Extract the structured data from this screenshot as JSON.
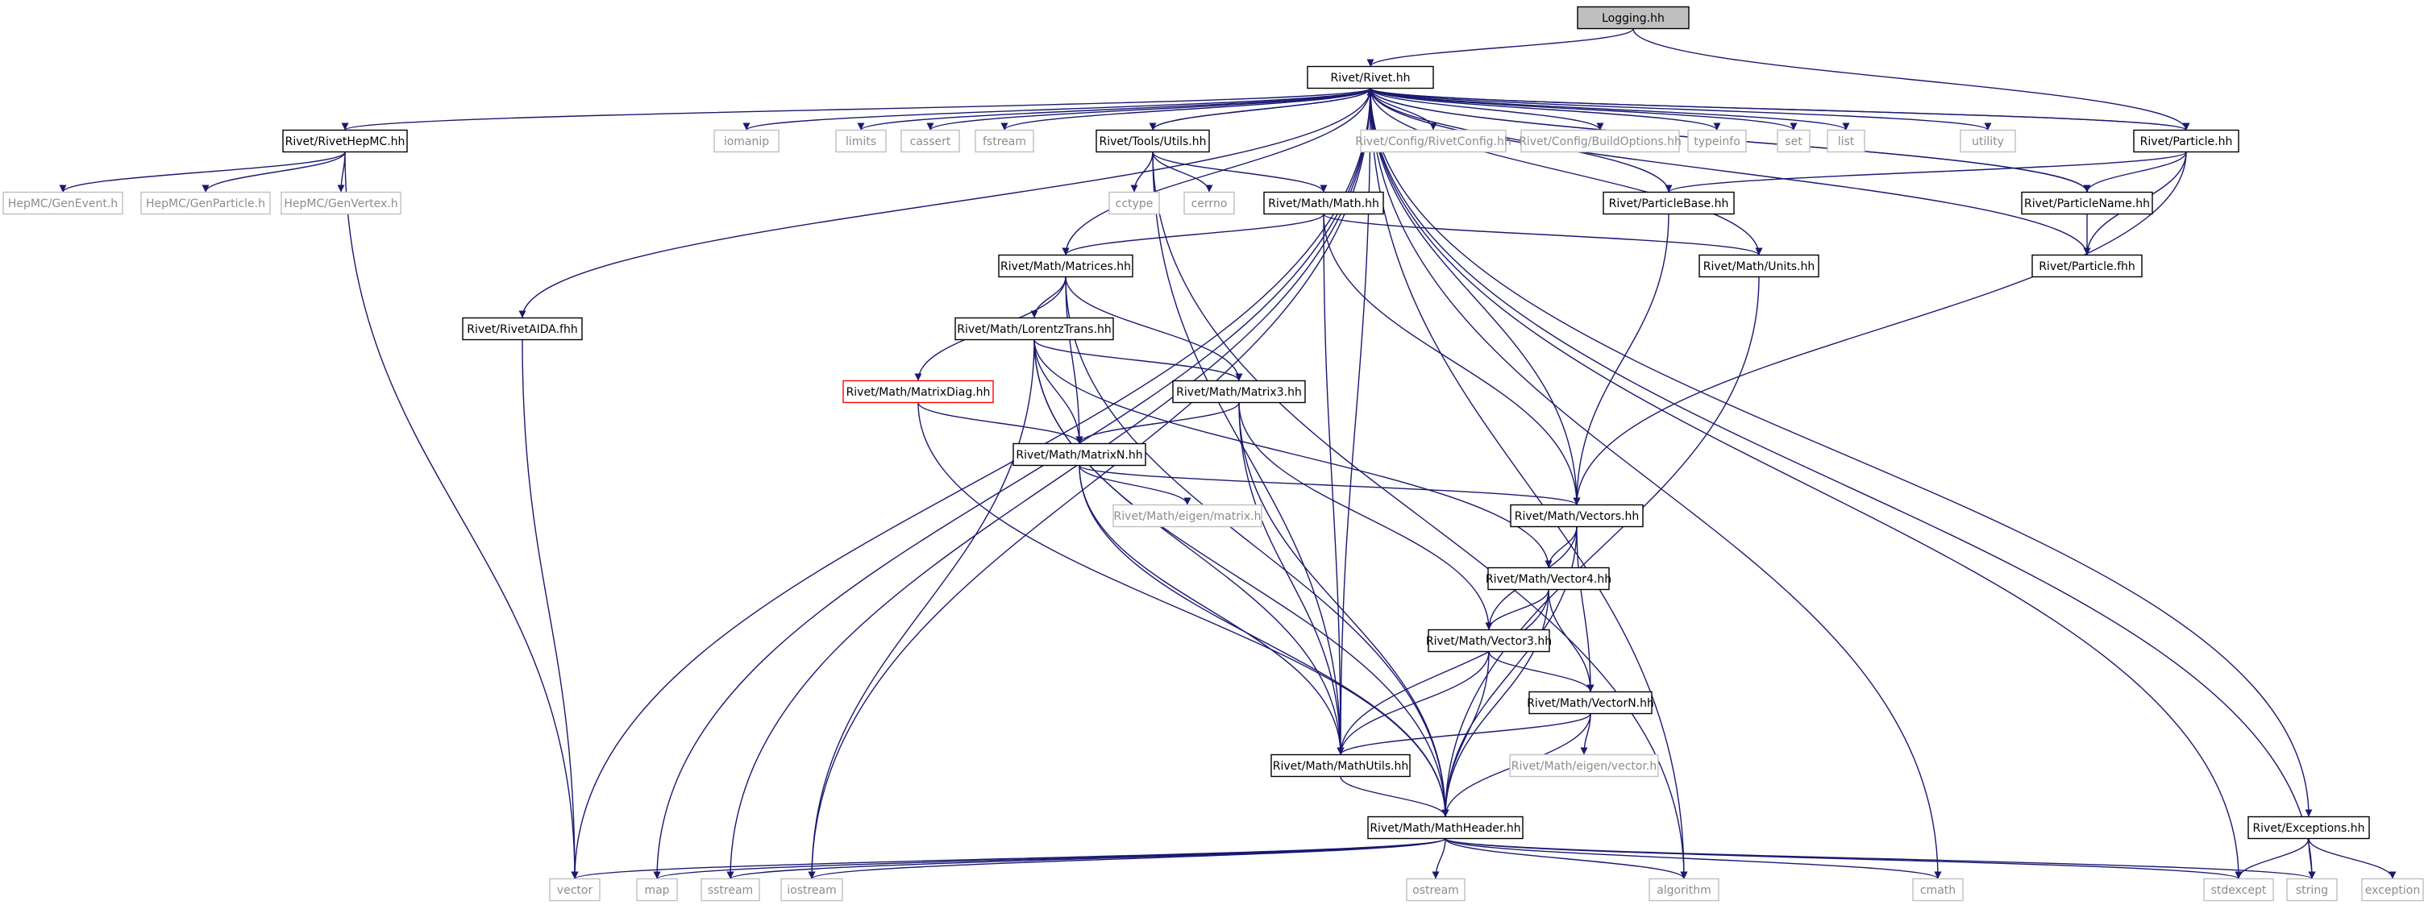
{
  "colors": {
    "edge": "#191970",
    "documented": "#000000",
    "undocumented": "#bfbfbf",
    "highlight": "#ff0000",
    "root_fill": "#bfbfbf",
    "box_fill": "#ffffff",
    "text": "#000000",
    "muted_text": "#8c8c8c"
  },
  "nodes": [
    {
      "id": "logging",
      "label": "Logging.hh",
      "style": "root"
    },
    {
      "id": "rivet",
      "label": "Rivet/Rivet.hh",
      "style": "doc"
    },
    {
      "id": "rivethepmc",
      "label": "Rivet/RivetHepMC.hh",
      "style": "doc"
    },
    {
      "id": "iomanip",
      "label": "iomanip",
      "style": "ext"
    },
    {
      "id": "limits",
      "label": "limits",
      "style": "ext"
    },
    {
      "id": "cassert",
      "label": "cassert",
      "style": "ext"
    },
    {
      "id": "fstream",
      "label": "fstream",
      "style": "ext"
    },
    {
      "id": "utils",
      "label": "Rivet/Tools/Utils.hh",
      "style": "doc"
    },
    {
      "id": "rivetconfig",
      "label": "Rivet/Config/RivetConfig.hh",
      "style": "ext"
    },
    {
      "id": "buildoptions",
      "label": "Rivet/Config/BuildOptions.hh",
      "style": "ext"
    },
    {
      "id": "typeinfo",
      "label": "typeinfo",
      "style": "ext"
    },
    {
      "id": "set",
      "label": "set",
      "style": "ext"
    },
    {
      "id": "list",
      "label": "list",
      "style": "ext"
    },
    {
      "id": "utility",
      "label": "utility",
      "style": "ext"
    },
    {
      "id": "particle",
      "label": "Rivet/Particle.hh",
      "style": "doc"
    },
    {
      "id": "genevent",
      "label": "HepMC/GenEvent.h",
      "style": "ext"
    },
    {
      "id": "genparticle",
      "label": "HepMC/GenParticle.h",
      "style": "ext"
    },
    {
      "id": "genvertex",
      "label": "HepMC/GenVertex.h",
      "style": "ext"
    },
    {
      "id": "cctype",
      "label": "cctype",
      "style": "ext"
    },
    {
      "id": "cerrno",
      "label": "cerrno",
      "style": "ext"
    },
    {
      "id": "mathhh",
      "label": "Rivet/Math/Math.hh",
      "style": "doc"
    },
    {
      "id": "particlebase",
      "label": "Rivet/ParticleBase.hh",
      "style": "doc"
    },
    {
      "id": "particlename",
      "label": "Rivet/ParticleName.hh",
      "style": "doc"
    },
    {
      "id": "matrices",
      "label": "Rivet/Math/Matrices.hh",
      "style": "doc"
    },
    {
      "id": "units",
      "label": "Rivet/Math/Units.hh",
      "style": "doc"
    },
    {
      "id": "particlefhh",
      "label": "Rivet/Particle.fhh",
      "style": "doc"
    },
    {
      "id": "rivetaida",
      "label": "Rivet/RivetAIDA.fhh",
      "style": "doc"
    },
    {
      "id": "lorentz",
      "label": "Rivet/Math/LorentzTrans.hh",
      "style": "doc"
    },
    {
      "id": "matrixdiag",
      "label": "Rivet/Math/MatrixDiag.hh",
      "style": "red"
    },
    {
      "id": "matrix3",
      "label": "Rivet/Math/Matrix3.hh",
      "style": "doc"
    },
    {
      "id": "matrixn",
      "label": "Rivet/Math/MatrixN.hh",
      "style": "doc"
    },
    {
      "id": "eigenmatrix",
      "label": "Rivet/Math/eigen/matrix.h",
      "style": "ext"
    },
    {
      "id": "vectors",
      "label": "Rivet/Math/Vectors.hh",
      "style": "doc"
    },
    {
      "id": "vector4",
      "label": "Rivet/Math/Vector4.hh",
      "style": "doc"
    },
    {
      "id": "vector3",
      "label": "Rivet/Math/Vector3.hh",
      "style": "doc"
    },
    {
      "id": "vectorn",
      "label": "Rivet/Math/VectorN.hh",
      "style": "doc"
    },
    {
      "id": "eigenvector",
      "label": "Rivet/Math/eigen/vector.h",
      "style": "ext"
    },
    {
      "id": "mathutils",
      "label": "Rivet/Math/MathUtils.hh",
      "style": "doc"
    },
    {
      "id": "mathheader",
      "label": "Rivet/Math/MathHeader.hh",
      "style": "doc"
    },
    {
      "id": "exceptions",
      "label": "Rivet/Exceptions.hh",
      "style": "doc"
    },
    {
      "id": "vector",
      "label": "vector",
      "style": "ext"
    },
    {
      "id": "map",
      "label": "map",
      "style": "ext"
    },
    {
      "id": "sstream",
      "label": "sstream",
      "style": "ext"
    },
    {
      "id": "iostream",
      "label": "iostream",
      "style": "ext"
    },
    {
      "id": "ostream",
      "label": "ostream",
      "style": "ext"
    },
    {
      "id": "algorithm",
      "label": "algorithm",
      "style": "ext"
    },
    {
      "id": "cmath",
      "label": "cmath",
      "style": "ext"
    },
    {
      "id": "stdexcept",
      "label": "stdexcept",
      "style": "ext"
    },
    {
      "id": "string",
      "label": "string",
      "style": "ext"
    },
    {
      "id": "exception",
      "label": "exception",
      "style": "ext"
    }
  ],
  "edges": [
    [
      "logging",
      "rivet"
    ],
    [
      "logging",
      "particle"
    ],
    [
      "rivet",
      "rivethepmc"
    ],
    [
      "rivet",
      "iomanip"
    ],
    [
      "rivet",
      "limits"
    ],
    [
      "rivet",
      "cassert"
    ],
    [
      "rivet",
      "fstream"
    ],
    [
      "rivet",
      "utils"
    ],
    [
      "rivet",
      "rivetconfig"
    ],
    [
      "rivet",
      "buildoptions"
    ],
    [
      "rivet",
      "typeinfo"
    ],
    [
      "rivet",
      "set"
    ],
    [
      "rivet",
      "list"
    ],
    [
      "rivet",
      "utility"
    ],
    [
      "rivet",
      "particle"
    ],
    [
      "rivet",
      "matrices"
    ],
    [
      "rivet",
      "units"
    ],
    [
      "rivet",
      "rivetaida"
    ],
    [
      "rivet",
      "vectors"
    ],
    [
      "rivet",
      "vector"
    ],
    [
      "rivet",
      "map"
    ],
    [
      "rivet",
      "sstream"
    ],
    [
      "rivet",
      "iostream"
    ],
    [
      "rivet",
      "cmath"
    ],
    [
      "rivet",
      "stdexcept"
    ],
    [
      "rivet",
      "string"
    ],
    [
      "rivet",
      "exceptions"
    ],
    [
      "rivet",
      "algorithm"
    ],
    [
      "rivet",
      "mathutils"
    ],
    [
      "rivet",
      "particlename"
    ],
    [
      "utils",
      "rivet"
    ],
    [
      "particle",
      "rivet"
    ],
    [
      "particlebase",
      "rivet"
    ],
    [
      "particlename",
      "rivet"
    ],
    [
      "particlefhh",
      "rivet"
    ],
    [
      "rivethepmc",
      "genevent"
    ],
    [
      "rivethepmc",
      "genparticle"
    ],
    [
      "rivethepmc",
      "genvertex"
    ],
    [
      "rivethepmc",
      "vector"
    ],
    [
      "utils",
      "cctype"
    ],
    [
      "utils",
      "cerrno"
    ],
    [
      "utils",
      "mathhh"
    ],
    [
      "utils",
      "mathutils"
    ],
    [
      "utils",
      "algorithm"
    ],
    [
      "particle",
      "particlebase"
    ],
    [
      "particle",
      "particlename"
    ],
    [
      "particle",
      "particlefhh"
    ],
    [
      "particle",
      "vectors"
    ],
    [
      "particlename",
      "particlefhh"
    ],
    [
      "particlebase",
      "vectors"
    ],
    [
      "mathhh",
      "matrices"
    ],
    [
      "mathhh",
      "units"
    ],
    [
      "mathhh",
      "mathutils"
    ],
    [
      "mathhh",
      "vectors"
    ],
    [
      "units",
      "mathheader"
    ],
    [
      "rivetaida",
      "vector"
    ],
    [
      "matrices",
      "lorentz"
    ],
    [
      "matrices",
      "matrixdiag"
    ],
    [
      "matrices",
      "matrix3"
    ],
    [
      "matrices",
      "matrixn"
    ],
    [
      "matrices",
      "mathheader"
    ],
    [
      "lorentz",
      "matrix3"
    ],
    [
      "lorentz",
      "matrixn"
    ],
    [
      "lorentz",
      "vector4"
    ],
    [
      "lorentz",
      "mathutils"
    ],
    [
      "lorentz",
      "iostream"
    ],
    [
      "lorentz",
      "mathheader"
    ],
    [
      "matrixdiag",
      "matrixn"
    ],
    [
      "matrixdiag",
      "mathheader"
    ],
    [
      "matrix3",
      "matrixn"
    ],
    [
      "matrix3",
      "vector3"
    ],
    [
      "matrix3",
      "mathutils"
    ],
    [
      "matrix3",
      "mathheader"
    ],
    [
      "matrixn",
      "eigenmatrix"
    ],
    [
      "matrixn",
      "vectors"
    ],
    [
      "matrixn",
      "mathutils"
    ],
    [
      "matrixn",
      "mathheader"
    ],
    [
      "vectors",
      "vector4"
    ],
    [
      "vectors",
      "vector3"
    ],
    [
      "vectors",
      "vectorn"
    ],
    [
      "vectors",
      "mathheader"
    ],
    [
      "vector4",
      "vector3"
    ],
    [
      "vector4",
      "vectorn"
    ],
    [
      "vector4",
      "mathutils"
    ],
    [
      "vector4",
      "mathheader"
    ],
    [
      "vector3",
      "vectorn"
    ],
    [
      "vector3",
      "mathutils"
    ],
    [
      "vector3",
      "mathheader"
    ],
    [
      "vectorn",
      "eigenvector"
    ],
    [
      "vectorn",
      "mathutils"
    ],
    [
      "vectorn",
      "mathheader"
    ],
    [
      "mathutils",
      "mathheader"
    ],
    [
      "mathheader",
      "vector"
    ],
    [
      "mathheader",
      "map"
    ],
    [
      "mathheader",
      "sstream"
    ],
    [
      "mathheader",
      "iostream"
    ],
    [
      "mathheader",
      "ostream"
    ],
    [
      "mathheader",
      "algorithm"
    ],
    [
      "mathheader",
      "cmath"
    ],
    [
      "mathheader",
      "stdexcept"
    ],
    [
      "mathheader",
      "string"
    ],
    [
      "exceptions",
      "stdexcept"
    ],
    [
      "exceptions",
      "string"
    ],
    [
      "exceptions",
      "exception"
    ]
  ]
}
